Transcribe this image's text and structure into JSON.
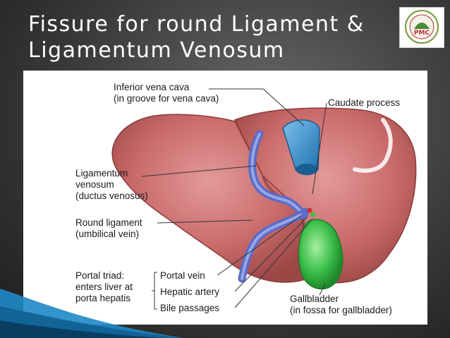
{
  "slide": {
    "title_line1": "Fissure for round Ligament &",
    "title_line2": "Ligamentum Venosum"
  },
  "labels": {
    "ivc_1": "Inferior vena cava",
    "ivc_2": "(in groove for vena cava)",
    "caudate": "Caudate process",
    "lv_1": "Ligamentum",
    "lv_2": "venosum",
    "lv_3": "(ductus venosus)",
    "rl_1": "Round ligament",
    "rl_2": "(umbilical vein)",
    "pt_1": "Portal triad:",
    "pt_2": "enters liver at",
    "pt_3": "porta hepatis",
    "portal_vein": "Portal vein",
    "hepatic_artery": "Hepatic artery",
    "bile": "Bile passages",
    "gb_1": "Gallbladder",
    "gb_2": "(in fossa for gallbladder)"
  },
  "colors": {
    "liver": "#c96a6a",
    "ivc": "#2f8fd0",
    "ligament": "#6f7fcf",
    "gallbladder": "#3cbf4a",
    "accent": "#1e88c7"
  },
  "logo": {
    "text": "PMC"
  }
}
